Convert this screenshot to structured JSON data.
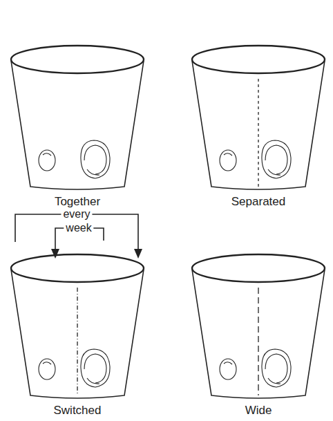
{
  "diagram": {
    "nodes": [
      {
        "text": [
          "Together"
        ]
      },
      {
        "text": [
          "Separated"
        ]
      },
      {
        "text": [
          "Switched"
        ]
      },
      {
        "text": [
          "Wide"
        ]
      }
    ],
    "labels": [
      "every",
      "week"
    ]
  }
}
